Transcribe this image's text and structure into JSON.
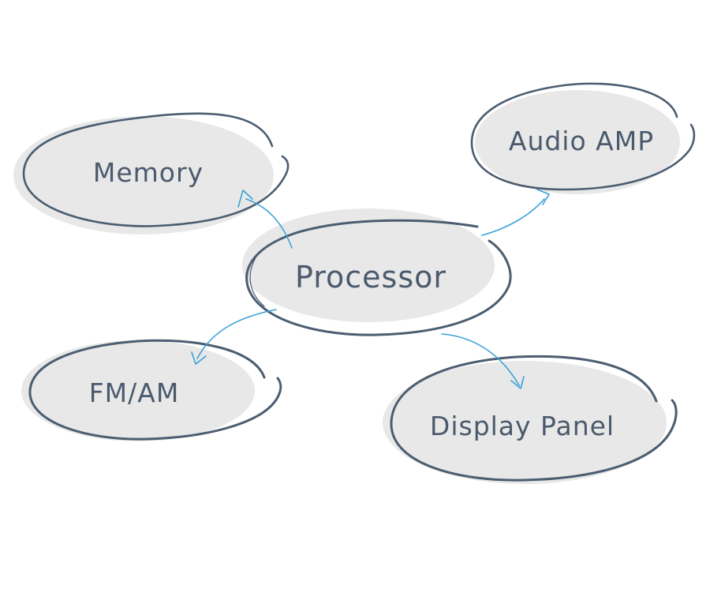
{
  "diagram": {
    "nodes": {
      "memory": {
        "label": "Memory"
      },
      "audio_amp": {
        "label": "Audio AMP"
      },
      "processor": {
        "label": "Processor"
      },
      "fm_am": {
        "label": "FM/AM"
      },
      "display_panel": {
        "label": "Display Panel"
      }
    },
    "colors": {
      "node_fill": "#e8e8e8",
      "node_outline": "#4b5d70",
      "highlight_outline": "#f07020",
      "arrow": "#3aa0d8",
      "text": "#4a5a6c"
    },
    "edges": [
      {
        "from": "Processor",
        "to": "Memory"
      },
      {
        "from": "Processor",
        "to": "Audio AMP"
      },
      {
        "from": "Processor",
        "to": "FM/AM"
      },
      {
        "from": "Processor",
        "to": "Display Panel"
      }
    ]
  }
}
